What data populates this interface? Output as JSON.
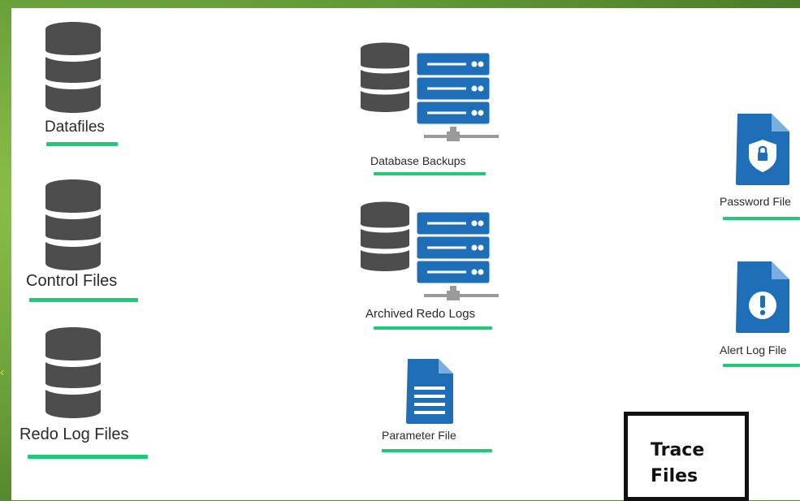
{
  "left_column": {
    "datafiles": "Datafiles",
    "control_files": "Control Files",
    "redo_log_files": "Redo Log Files"
  },
  "middle_column": {
    "database_backups": "Database Backups",
    "archived_redo_logs": "Archived Redo Logs",
    "parameter_file": "Parameter File"
  },
  "right_column": {
    "password_file": "Password File",
    "alert_log_file": "Alert Log File"
  },
  "trace_box": {
    "line1": "Trace",
    "line2": "Files"
  },
  "colors": {
    "underline": "#1ec97a",
    "db_gray": "#4d4d4d",
    "server_blue": "#1e6fb8",
    "slide_green": "#6aa23a",
    "trace_border": "#111111"
  },
  "icons": {
    "database": "database-icon",
    "backup_server": "server-stack-icon",
    "parameter_file": "document-lines-icon",
    "password_file": "document-lock-icon",
    "alert_log_file": "document-alert-icon"
  }
}
